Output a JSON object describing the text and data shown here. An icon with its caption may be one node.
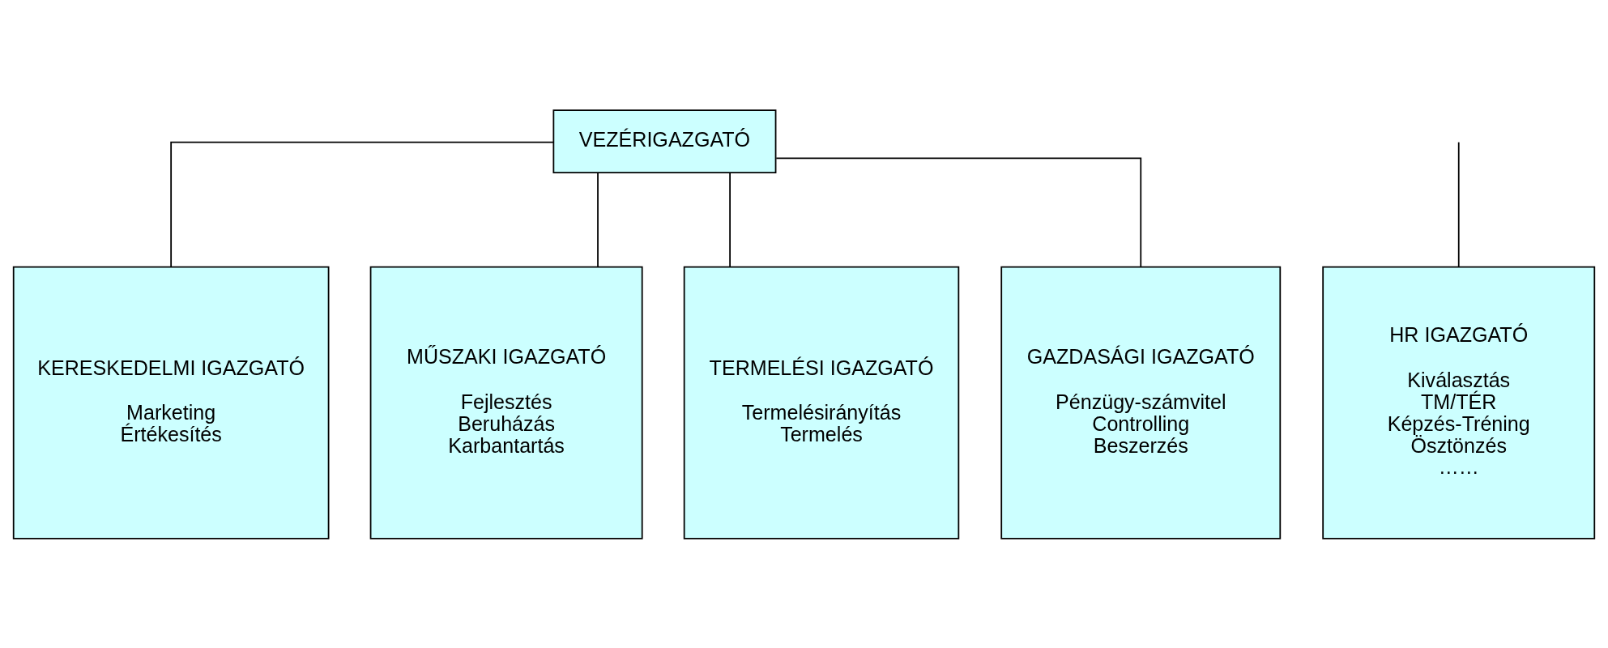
{
  "diagram": {
    "nodes": [
      {
        "text": [
          "VEZÉRIGAZGATÓ"
        ]
      },
      {
        "text": [
          "KERESKEDELMI IGAZGATÓ",
          "Marketing",
          "Értékesítés"
        ]
      },
      {
        "text": [
          "MŰSZAKI IGAZGATÓ",
          "Fejlesztés",
          "Beruházás",
          "Karbantartás"
        ]
      },
      {
        "text": [
          "TERMELÉSI IGAZGATÓ",
          "Termelésirányítás",
          "Termelés"
        ]
      },
      {
        "text": [
          "GAZDASÁGI IGAZGATÓ",
          "Pénzügy-számvitel",
          "Controlling",
          "Beszerzés"
        ]
      },
      {
        "text": [
          "HR IGAZGATÓ",
          "Kiválasztás",
          "TM/TÉR",
          "Képzés-Tréning",
          "Ösztönzés",
          "……"
        ]
      }
    ],
    "edges": [
      {
        "from": 0,
        "to": 1,
        "arrow": "none"
      },
      {
        "from": 0,
        "to": 2,
        "arrow": "none"
      },
      {
        "from": 0,
        "to": 3,
        "arrow": "none"
      },
      {
        "from": 0,
        "to": 4,
        "arrow": "none"
      },
      {
        "from": null,
        "to": 5,
        "arrow": "none"
      }
    ]
  }
}
